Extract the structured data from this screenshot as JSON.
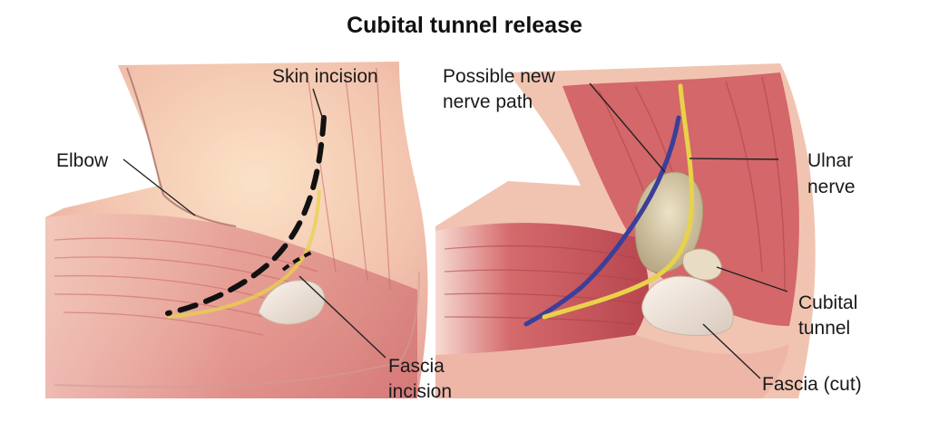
{
  "figure": {
    "title": "Cubital tunnel release",
    "left_panel": {
      "labels": {
        "skin_incision": "Skin incision",
        "elbow": "Elbow",
        "fascia_incision_line1": "Fascia",
        "fascia_incision_line2": "incision"
      }
    },
    "right_panel": {
      "labels": {
        "new_path_line1": "Possible new",
        "new_path_line2": "nerve path",
        "ulnar_line1": "Ulnar",
        "ulnar_line2": "nerve",
        "cubital_line1": "Cubital",
        "cubital_line2": "tunnel",
        "fascia_cut": "Fascia (cut)"
      }
    },
    "colors": {
      "skin": "#f3c9b4",
      "muscle": "#c8545a",
      "ulnar_nerve": "#e8d24a",
      "new_nerve_path": "#3b3f9a",
      "bone": "#d8cfb0",
      "incision": "#111111"
    }
  }
}
